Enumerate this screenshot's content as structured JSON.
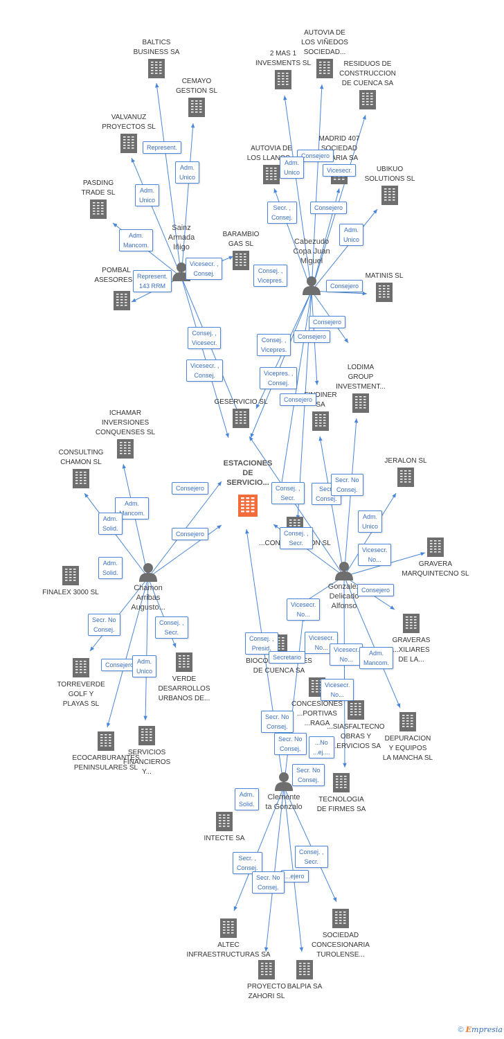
{
  "colors": {
    "edge": "#4a86d8",
    "building": "#6e6e6e",
    "main": "#f26b3a",
    "person": "#6e6e6e"
  },
  "footer": {
    "copyright": "©",
    "brand_e": "E",
    "brand_rest": "mpresia"
  },
  "main": {
    "id": "estaciones",
    "label": "ESTACIONES\nDE\nSERVICIO..."
  },
  "people": [
    {
      "id": "sainz",
      "label": "Sainz\nArmada\nIñigo"
    },
    {
      "id": "cabezudo",
      "label": "Cabezudo\nCopa Juan\nMiguel"
    },
    {
      "id": "chamon",
      "label": "Chamon\nArribas\nAugusto..."
    },
    {
      "id": "gonzalez",
      "label": "Gonzalez\nDelicado\nAlfonso"
    },
    {
      "id": "clemente",
      "label": "Clemente\nta Gonzalo"
    }
  ],
  "companies": [
    {
      "id": "baltics",
      "label": "BALTICS\nBUSINESS SA"
    },
    {
      "id": "cemayo",
      "label": "CEMAYO\nGESTION SL"
    },
    {
      "id": "valvanuz",
      "label": "VALVANUZ\nPROYECTOS SL"
    },
    {
      "id": "pasding",
      "label": "PASDING\nTRADE SL"
    },
    {
      "id": "pombal",
      "label": "POMBAL\nASESORES..."
    },
    {
      "id": "barambio",
      "label": "BARAMBIO\nGAS SL"
    },
    {
      "id": "autovia_vinedos",
      "label": "AUTOVIA DE\nLOS VIÑEDOS\nSOCIEDAD..."
    },
    {
      "id": "dosmas",
      "label": "2 MAS 1\nINVESMENTS SL"
    },
    {
      "id": "residuos",
      "label": "RESIDUOS DE\nCONSTRUCCION\nDE CUENCA SA"
    },
    {
      "id": "autovia_llanos",
      "label": "AUTOVIA DE\nLOS LLANOS..."
    },
    {
      "id": "madrid407",
      "label": "MADRID 407\nSOCIEDAD\n...NARIA SA"
    },
    {
      "id": "ubikuo",
      "label": "UBIKUO\nSOLUTIONS SL"
    },
    {
      "id": "matinis",
      "label": "MATINIS SL"
    },
    {
      "id": "lodima",
      "label": "LODIMA\nGROUP\nINVESTMENT..."
    },
    {
      "id": "findiner",
      "label": "FINDINER\nSA"
    },
    {
      "id": "geservicio",
      "label": "GESERVICIO SL"
    },
    {
      "id": "ichamar",
      "label": "ICHAMAR\nINVERSIONES\nCONQUENSES SL"
    },
    {
      "id": "consulting",
      "label": "CONSULTING\nCHAMON SL"
    },
    {
      "id": "jeralon",
      "label": "JERALON SL"
    },
    {
      "id": "gravera",
      "label": "GRAVERA\nMARQUINTECNO SL"
    },
    {
      "id": "conservacion",
      "label": "...CONSERVACION SL"
    },
    {
      "id": "finalex",
      "label": "FINALEX 3000 SL"
    },
    {
      "id": "graveras",
      "label": "GRAVERAS\n...XILIARES\nDE LA..."
    },
    {
      "id": "verde",
      "label": "VERDE\nDESARROLLOS\nURBANOS DE..."
    },
    {
      "id": "torreverde",
      "label": "TORREVERDE\nGOLF Y\nPLAYAS SL"
    },
    {
      "id": "biocombustibles",
      "label": "BIOCOMBUSTIBLES\nDE CUENCA SA"
    },
    {
      "id": "concesiones",
      "label": "CONCESIONES\n...PORTIVAS\n...RAGA"
    },
    {
      "id": "asfaltecno",
      "label": "...SIASFALTECNO\nOBRAS Y\n...ERVICIOS SA"
    },
    {
      "id": "depuracion",
      "label": "DEPURACION\nY EQUIPOS\nLA MANCHA SL"
    },
    {
      "id": "ecocarburantes",
      "label": "ECOCARBURANTES\nPENINSULARES SL"
    },
    {
      "id": "servicios",
      "label": "SERVICIOS\nFINANCIEROS\nY..."
    },
    {
      "id": "tecnologia",
      "label": "TECNOLOGIA\nDE FIRMES SA"
    },
    {
      "id": "intecte",
      "label": "INTECTE SA"
    },
    {
      "id": "altec",
      "label": "ALTEC\nINFRAESTRUCTURAS SA"
    },
    {
      "id": "sociedad",
      "label": "SOCIEDAD\nCONCESIONARIA\nTUROLENSE..."
    },
    {
      "id": "proyecto",
      "label": "PROYECTO\nZAHORI SL"
    },
    {
      "id": "balpia",
      "label": "BALPIA SA"
    }
  ],
  "relations": [
    {
      "id": "r1",
      "label": "Represent."
    },
    {
      "id": "r2",
      "label": "Adm.\nUnico"
    },
    {
      "id": "r3",
      "label": "Adm.\nUnico"
    },
    {
      "id": "r4",
      "label": "Adm.\nMancom."
    },
    {
      "id": "r5",
      "label": "Represent.\n143 RRM"
    },
    {
      "id": "r6",
      "label": "Vicesecr. ,\nConsej."
    },
    {
      "id": "r7",
      "label": "Consej. ,\nVicesecr."
    },
    {
      "id": "r8",
      "label": "Vicesecr. ,\nConsej."
    },
    {
      "id": "r9",
      "label": "Consejero"
    },
    {
      "id": "r10",
      "label": "Adm.\nUnico"
    },
    {
      "id": "r11",
      "label": "Vicesecr."
    },
    {
      "id": "r12",
      "label": "Secr. ,\nConsej."
    },
    {
      "id": "r13",
      "label": "Consejero"
    },
    {
      "id": "r14",
      "label": "Adm.\nUnico"
    },
    {
      "id": "r15",
      "label": "Consej. ,\nVicepres."
    },
    {
      "id": "r16",
      "label": "Consejero"
    },
    {
      "id": "r17",
      "label": "Consejero"
    },
    {
      "id": "r18",
      "label": "Consejero"
    },
    {
      "id": "r19",
      "label": "Consej. ,\nVicepres."
    },
    {
      "id": "r20",
      "label": "Vicepres. ,\nConsej."
    },
    {
      "id": "r21",
      "label": "Consejero"
    },
    {
      "id": "r22",
      "label": "Adm.\nMancom."
    },
    {
      "id": "r23",
      "label": "Adm.\nSolid."
    },
    {
      "id": "r24",
      "label": "Consejero"
    },
    {
      "id": "r25",
      "label": "Consejero"
    },
    {
      "id": "r26",
      "label": "Adm.\nSolid."
    },
    {
      "id": "r27",
      "label": "Consej. ,\nSecr."
    },
    {
      "id": "r28",
      "label": "Secr.\nConsej."
    },
    {
      "id": "r29",
      "label": "Secr. No\nConsej."
    },
    {
      "id": "r30",
      "label": "Adm.\nUnico"
    },
    {
      "id": "r31",
      "label": "Consej. ,\nSecr."
    },
    {
      "id": "r32",
      "label": "Vicesecr.\nNo..."
    },
    {
      "id": "r33",
      "label": "Consejero"
    },
    {
      "id": "r34",
      "label": "Secr. No\nConsej."
    },
    {
      "id": "r35",
      "label": "Consej. ,\nSecr."
    },
    {
      "id": "r36",
      "label": "Consejero"
    },
    {
      "id": "r37",
      "label": "Adm.\nUnico"
    },
    {
      "id": "r38",
      "label": "Vicesecr.\nNo..."
    },
    {
      "id": "r39",
      "label": "Consej. ,\nPresid."
    },
    {
      "id": "r40",
      "label": "Secretario"
    },
    {
      "id": "r41",
      "label": "Vicesecr.\nNo..."
    },
    {
      "id": "r42",
      "label": "Vicesecr.\nNo..."
    },
    {
      "id": "r43",
      "label": "Adm.\nMancom."
    },
    {
      "id": "r44",
      "label": "Vicesecr.\nNo..."
    },
    {
      "id": "r45",
      "label": "Secr. No\nConsej."
    },
    {
      "id": "r46",
      "label": "Secr. No\nConsej."
    },
    {
      "id": "r47",
      "label": "...No\n...ej...."
    },
    {
      "id": "r48",
      "label": "Secr. No\nConsej."
    },
    {
      "id": "r49",
      "label": "Adm.\nSolid."
    },
    {
      "id": "r50",
      "label": "Secr. ,\nConsej."
    },
    {
      "id": "r51",
      "label": "Consej. ,\nSecr."
    },
    {
      "id": "r52",
      "label": "...ejero"
    },
    {
      "id": "r53",
      "label": "Secr. No\nConsej."
    }
  ]
}
